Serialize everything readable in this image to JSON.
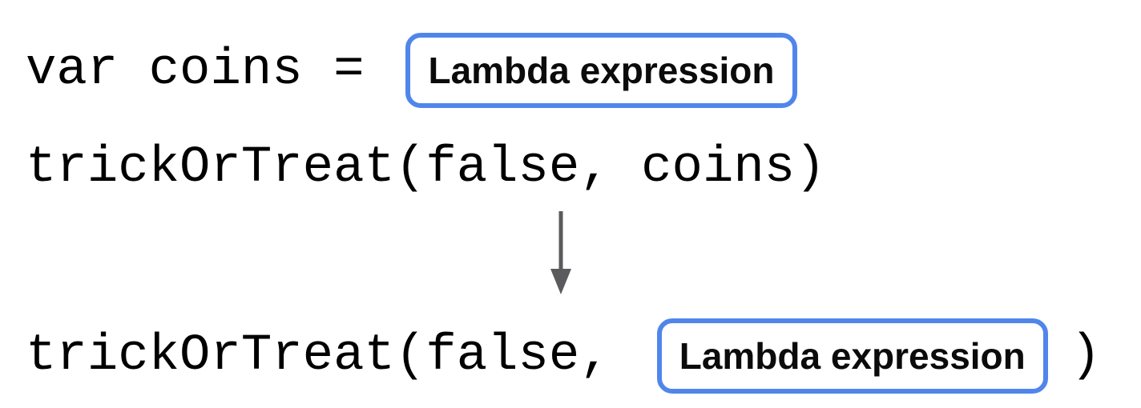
{
  "diagram": {
    "line1_code": "var coins =",
    "line2_code": "trickOrTreat(false, coins)",
    "line3_code_before": "trickOrTreat(false,",
    "line3_code_after": ")",
    "badges": [
      {
        "label": "Lambda expression"
      },
      {
        "label": "Lambda expression"
      }
    ],
    "arrow_icon": "down-arrow",
    "colors": {
      "badge_border": "#5086EC",
      "badge_text": "#0b0b0b",
      "code_text": "#000000",
      "arrow": "#5B5B5D",
      "background": "#FFFFFF"
    }
  }
}
